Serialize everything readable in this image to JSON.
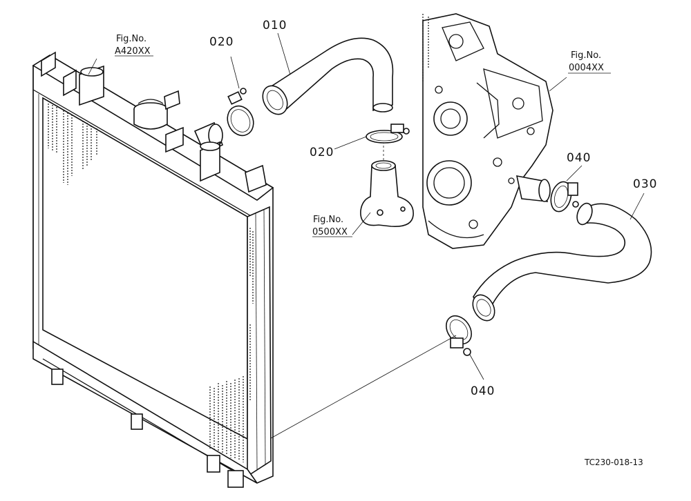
{
  "part_labels": {
    "hose_upper": "010",
    "clamp_upper_left": "020",
    "clamp_upper_lower": "020",
    "hose_lower": "030",
    "clamp_lower_right": "040",
    "clamp_lower_bottom": "040"
  },
  "figure_refs": {
    "radiator": {
      "line1": "Fig.No.",
      "line2": "A420XX"
    },
    "thermostat": {
      "line1": "Fig.No.",
      "line2": "0500XX"
    },
    "engine": {
      "line1": "Fig.No.",
      "line2": "0004XX"
    }
  },
  "drawing_code": "TC230-018-13"
}
